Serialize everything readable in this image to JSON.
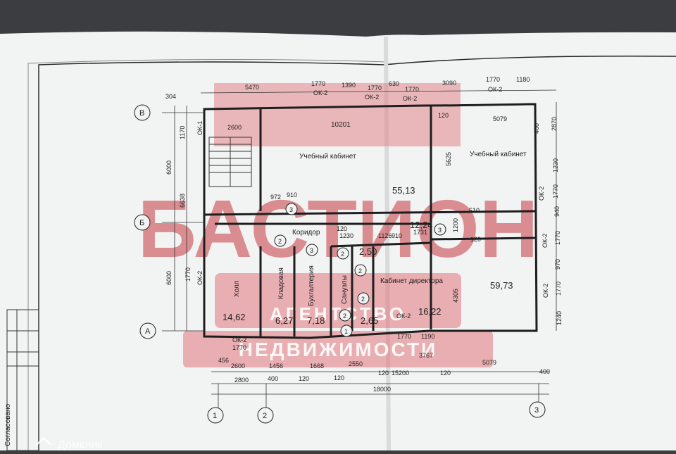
{
  "watermark": {
    "brand": "БАСТИОН",
    "subtitle_line1": "АГЕНТСТВО",
    "subtitle_line2": "НЕДВИЖИМОСТИ",
    "brand_color": "#e0484f"
  },
  "footer": {
    "stamp_text": "Согласовано",
    "logo_text": "Домклик"
  },
  "axes": {
    "rows": [
      "В",
      "Б",
      "А"
    ],
    "cols": [
      "1",
      "2",
      "3"
    ]
  },
  "rooms": {
    "classroom1": {
      "label": "Учебный кабинет",
      "area": "55,13",
      "length": "10201"
    },
    "classroom2": {
      "label": "Учебный кабинет",
      "area": ""
    },
    "corridor": {
      "label": "Коридор",
      "area": "12,24"
    },
    "hall": {
      "label": "Холл",
      "area": "14,62"
    },
    "storage": {
      "label": "Кладовая",
      "area": "6,27"
    },
    "accounting": {
      "label": "Бухгалтерия",
      "area": "7,18"
    },
    "toilets": {
      "label": "Санузлы",
      "area_a": "2,50",
      "area_b": "2,65"
    },
    "director": {
      "label": "Кабинет директора",
      "area": "16,22"
    },
    "big_room": {
      "area": "59,73"
    }
  },
  "dims": {
    "top_row": [
      "5470",
      "1770",
      "1390",
      "1770",
      "630",
      "1770",
      "3090",
      "1770",
      "1180"
    ],
    "top_small": "304",
    "left_col": [
      "1170",
      "6000",
      "6638",
      "1770",
      "6000"
    ],
    "bottom_row1": [
      "456",
      "2600",
      "1456",
      "1668",
      "2550",
      "3767",
      "5079"
    ],
    "bottom_row2": [
      "2800",
      "400",
      "120",
      "120",
      "120",
      "15200",
      "120",
      "400"
    ],
    "bottom_total": "18000",
    "right_col": [
      "2870",
      "1230",
      "1770",
      "940",
      "1770",
      "970",
      "1770",
      "1240"
    ],
    "misc": [
      "2600",
      "5079",
      "5625",
      "972",
      "910",
      "120",
      "1230",
      "1126",
      "910",
      "1731",
      "1200",
      "120",
      "510",
      "4305",
      "400",
      "1770",
      "1190",
      "120",
      "1770"
    ],
    "windows": [
      "ОК-1",
      "ОК-2",
      "ОК-2",
      "ОК-2",
      "ОК-2",
      "ОК-2",
      "ОК-2",
      "ОК-2",
      "ОК-2",
      "ОК-2",
      "ОК-2"
    ]
  },
  "door_marks": [
    "3",
    "2",
    "3",
    "2",
    "2",
    "2",
    "2",
    "3",
    "1"
  ]
}
